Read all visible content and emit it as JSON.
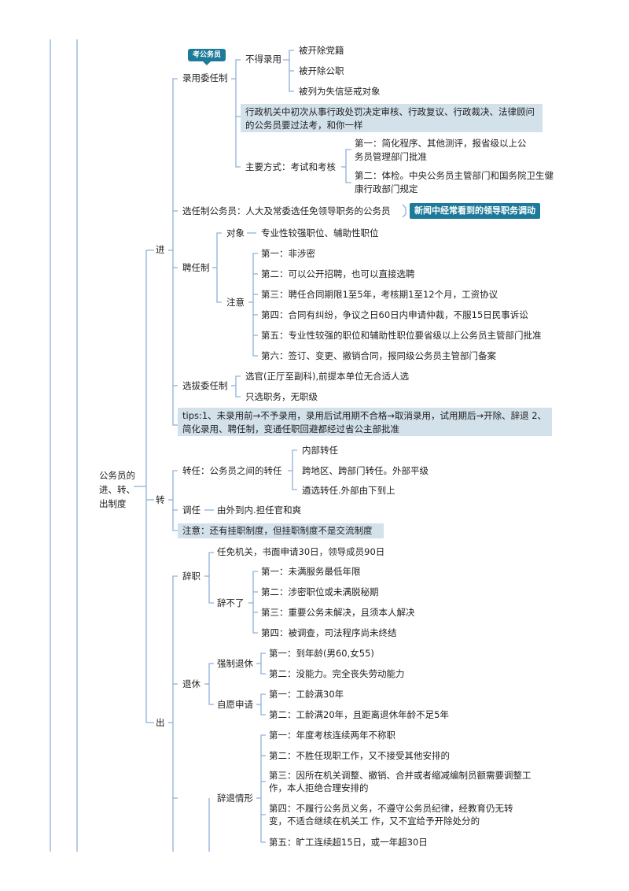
{
  "root": "公务员的进、转、出制度",
  "branches": {
    "in": {
      "label": "进",
      "appointment": {
        "label": "录用委任制",
        "badge": "考公务员",
        "not_hired": {
          "label": "不得录用",
          "items": [
            "被开除党籍",
            "被开除公职",
            "被列为失信惩戒对象"
          ]
        },
        "note": "行政机关中初次从事行政处罚决定审核、行政复议、行政裁决、法律顾问的公务员要过法考，和你一样",
        "method": {
          "label": "主要方式：考试和考核",
          "items": [
            "第一：简化程序、其他测评，报省级以上公务员管理部门批准",
            "第二：体检。中央公务员主管部门和国务院卫生健康行政部门规定"
          ]
        }
      },
      "elected": {
        "label": "选任制公务员：人大及常委选任免领导职务的公务员",
        "tag": "新闻中经常看到的领导职务调动"
      },
      "contract": {
        "label": "聘任制",
        "target_label": "对象",
        "target_value": "专业性较强职位、辅助性职位",
        "attention_label": "注意",
        "attention_items": [
          "第一：非涉密",
          "第二：可以公开招聘，也可以直接选聘",
          "第三：聘任合同期限1至5年，考核期1至12个月，工资协议",
          "第四：合同有纠纷，争议之日60日内申请仲裁，不服15日民事诉讼",
          "第五：专业性较强的职位和辅助性职位要省级以上公务员主管部门批准",
          "第六：签订、变更、撤销合同，报同级公务员主管部门备案"
        ]
      },
      "selection": {
        "label": "选拔委任制",
        "items": [
          "选官(正厅至副科),前提本单位无合适人选",
          "只选职务，无职级"
        ]
      },
      "tips": "tips:1、未录用前→不予录用，录用后试用期不合格→取消录用，试用期后→开除、辞退 2、简化录用、聘任制，变通任职回避都经过省公主部批准"
    },
    "transfer": {
      "label": "转",
      "shift": {
        "label": "转任：公务员之间的转任",
        "items": [
          "内部转任",
          "跨地区、跨部门转任。外部平级",
          "遴选转任.外部由下到上"
        ]
      },
      "move": {
        "label": "调任",
        "value": "由外到内.担任官和爽"
      },
      "note": "注意：还有挂职制度，但挂职制度不是交流制度"
    },
    "out": {
      "label": "出",
      "resign": {
        "label": "辞职",
        "item": "任免机关，书面申请30日，领导成员90日",
        "cannot_label": "辞不了",
        "cannot_items": [
          "第一：未满服务最低年限",
          "第二：涉密职位或未满脱秘期",
          "第三：重要公务未解决，且须本人解决",
          "第四：被调查，司法程序尚未终结"
        ]
      },
      "retire": {
        "label": "退休",
        "forced_label": "强制退休",
        "forced_items": [
          "第一：到年龄(男60,女55)",
          "第二：没能力。完全丧失劳动能力"
        ],
        "voluntary_label": "自愿申请",
        "voluntary_items": [
          "第一：工龄满30年",
          "第二：工龄满20年，且距离退休年龄不足5年"
        ]
      },
      "dismiss": {
        "label": "辞退情形",
        "items": [
          "第一：年度考核连续两年不称职",
          "第二：不胜任现职工作，又不接受其他安排的",
          "第三：因所在机关调整、撤销、合并或者缩减编制员额需要调整工作，本人拒绝合理安排的",
          "第四：不履行公务员义务，不遵守公务员纪律，经教育仍无转变，不适合继续在机关工 作，又不宜给予开除处分的",
          "第五：旷工连续超15日，或一年超30日"
        ]
      }
    }
  }
}
